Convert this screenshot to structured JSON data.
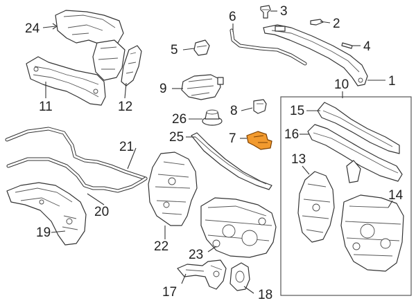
{
  "diagram": {
    "highlight_color": "#f29a2e",
    "callouts": {
      "c1": "1",
      "c2": "2",
      "c3": "3",
      "c4": "4",
      "c5": "5",
      "c6": "6",
      "c7": "7",
      "c8": "8",
      "c9": "9",
      "c10": "10",
      "c11": "11",
      "c12": "12",
      "c13": "13",
      "c14": "14",
      "c15": "15",
      "c16": "16",
      "c17": "17",
      "c18": "18",
      "c19": "19",
      "c20": "20",
      "c21": "21",
      "c22": "22",
      "c23": "23",
      "c24": "24",
      "c25": "25",
      "c26": "26"
    },
    "highlighted_part": "7"
  }
}
